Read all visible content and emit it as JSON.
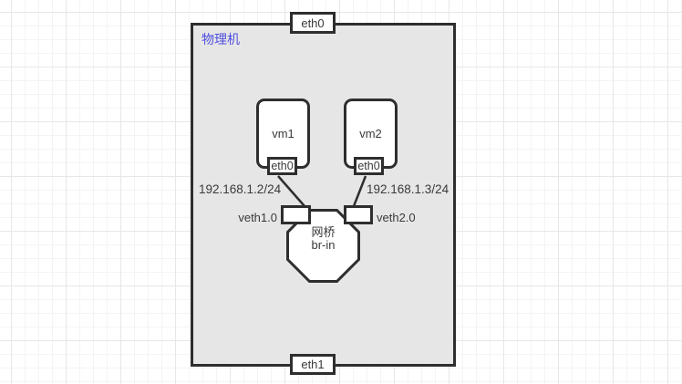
{
  "host": {
    "label": "物理机",
    "top_port": "eth0",
    "bottom_port": "eth1"
  },
  "vms": [
    {
      "name": "vm1",
      "port": "eth0",
      "ip": "192.168.1.2/24",
      "veth_label": "veth1.0"
    },
    {
      "name": "vm2",
      "port": "eth0",
      "ip": "192.168.1.3/24",
      "veth_label": "veth2.0"
    }
  ],
  "bridge": {
    "type": "网桥",
    "name": "br-in"
  },
  "colors": {
    "accent_label": "#4f4fe0",
    "shape_border": "#2e2e2e",
    "host_fill": "#e6e6e6",
    "node_fill": "#ffffff",
    "text": "#3a3a3a",
    "grid_major": "#e7e7e7",
    "grid_minor": "#f4f4f4"
  }
}
